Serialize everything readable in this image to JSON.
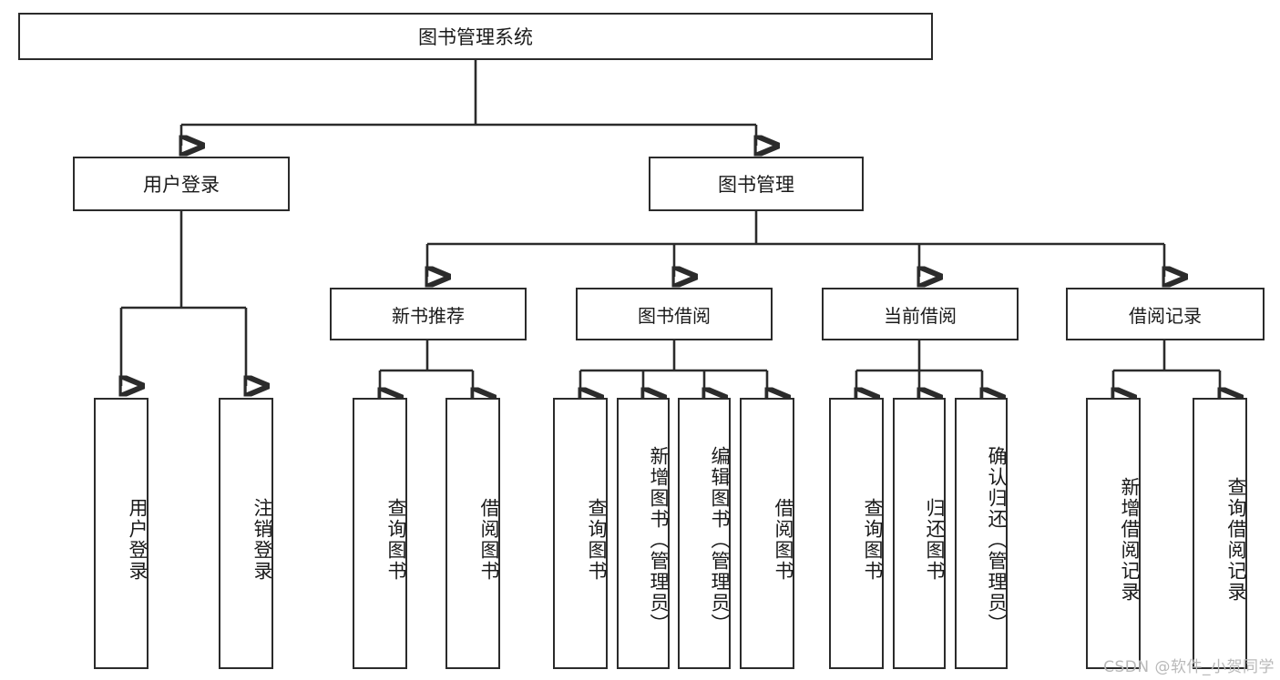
{
  "diagram": {
    "title": "图书管理系统",
    "type": "功能结构图",
    "watermark": "CSDN @软件_小贺同学",
    "colors": {
      "border": "#2b2b2b",
      "background": "#ffffff",
      "text": "#1a1a1a",
      "watermark": "#b9b9b9"
    },
    "root": {
      "label": "图书管理系统"
    },
    "level2": [
      {
        "label": "用户登录"
      },
      {
        "label": "图书管理"
      }
    ],
    "level3": [
      {
        "label": "新书推荐"
      },
      {
        "label": "图书借阅"
      },
      {
        "label": "当前借阅"
      },
      {
        "label": "借阅记录"
      }
    ],
    "leaves": {
      "user_login": [
        {
          "label": "用户登录"
        },
        {
          "label": "注销登录"
        }
      ],
      "new_book": [
        {
          "label": "查询图书"
        },
        {
          "label": "借阅图书"
        }
      ],
      "book_borrow": [
        {
          "label": "查询图书"
        },
        {
          "label": "新增图书（管理员）"
        },
        {
          "label": "编辑图书（管理员）"
        },
        {
          "label": "借阅图书"
        }
      ],
      "current_borrow": [
        {
          "label": "查询图书"
        },
        {
          "label": "归还图书"
        },
        {
          "label": "确认归还（管理员）"
        }
      ],
      "borrow_record": [
        {
          "label": "新增借阅记录"
        },
        {
          "label": "查询借阅记录"
        }
      ]
    }
  }
}
